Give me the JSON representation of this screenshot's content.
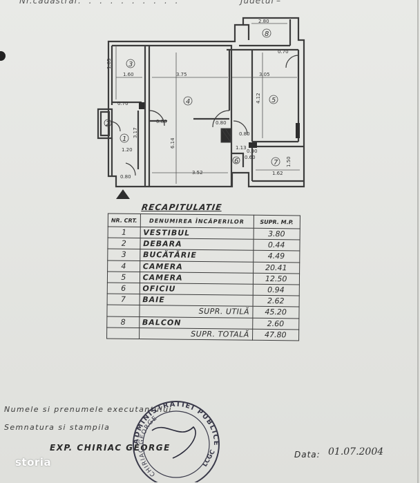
{
  "header": {
    "cadastral": "Nr.cadastral",
    "judet": "Judetul"
  },
  "floor_plan": {
    "dims": [
      "2.80",
      "0.70",
      "1.65",
      "1.60",
      "3.75",
      "3.05",
      "0.70",
      "6.14",
      "4.12",
      "3.17",
      "1.20",
      "0.80",
      "0.80",
      "0.80",
      "0.90",
      "1.13",
      "0.60",
      "1.50",
      "1.62",
      "3.52",
      "0.80"
    ],
    "rooms": [
      "1",
      "2",
      "3",
      "4",
      "5",
      "6",
      "7",
      "8"
    ]
  },
  "recap": {
    "title": "RECAPITULATIE",
    "headers": {
      "nr": "NR. CRT.",
      "name": "DENUMIREA ÎNCĂPERILOR",
      "area": "SUPR. M.P."
    },
    "rows": [
      {
        "nr": "1",
        "name": "VESTIBUL",
        "area": "3.80"
      },
      {
        "nr": "2",
        "name": "DEBARA",
        "area": "0.44"
      },
      {
        "nr": "3",
        "name": "BUCĂTĂRIE",
        "area": "4.49"
      },
      {
        "nr": "4",
        "name": "CAMERA",
        "area": "20.41"
      },
      {
        "nr": "5",
        "name": "CAMERA",
        "area": "12.50"
      },
      {
        "nr": "6",
        "name": "OFICIU",
        "area": "0.94"
      },
      {
        "nr": "7",
        "name": "BAIE",
        "area": "2.62"
      }
    ],
    "subtotal": {
      "label": "SUPR. UTILĂ",
      "area": "45.20"
    },
    "balcon": {
      "nr": "8",
      "name": "BALCON",
      "area": "2.60"
    },
    "total": {
      "label": "SUPR. TOTALĂ",
      "area": "47.80"
    }
  },
  "signature": {
    "line1": "Numele si prenumele executantului",
    "line2": "Semnatura si stampila",
    "expert": "EXP. CHIRIAC GEORGE",
    "date_label": "Data:",
    "date_value": "01.07.2004"
  },
  "stamp": {
    "ring": "ADMINISTRATIEI PUBLICE",
    "inner": "CHIRIAC GEORGE",
    "code": "LCGC"
  },
  "watermark": {
    "brand": "storia"
  }
}
